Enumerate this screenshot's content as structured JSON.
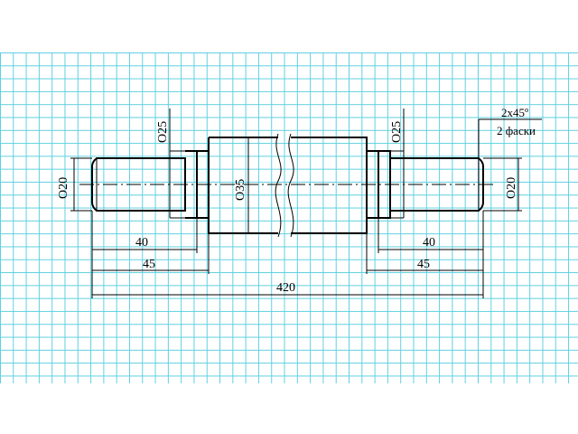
{
  "drawing": {
    "dims": {
      "d_left_end": "O20",
      "d_left_neck": "O25",
      "d_middle": "O35",
      "d_right_neck": "O25",
      "d_right_end": "O20",
      "len_left_40": "40",
      "len_left_45": "45",
      "len_right_40": "40",
      "len_right_45": "45",
      "len_total": "420"
    },
    "chamfer_note": {
      "line1": "2x45º",
      "line2": "2 фаски"
    }
  }
}
